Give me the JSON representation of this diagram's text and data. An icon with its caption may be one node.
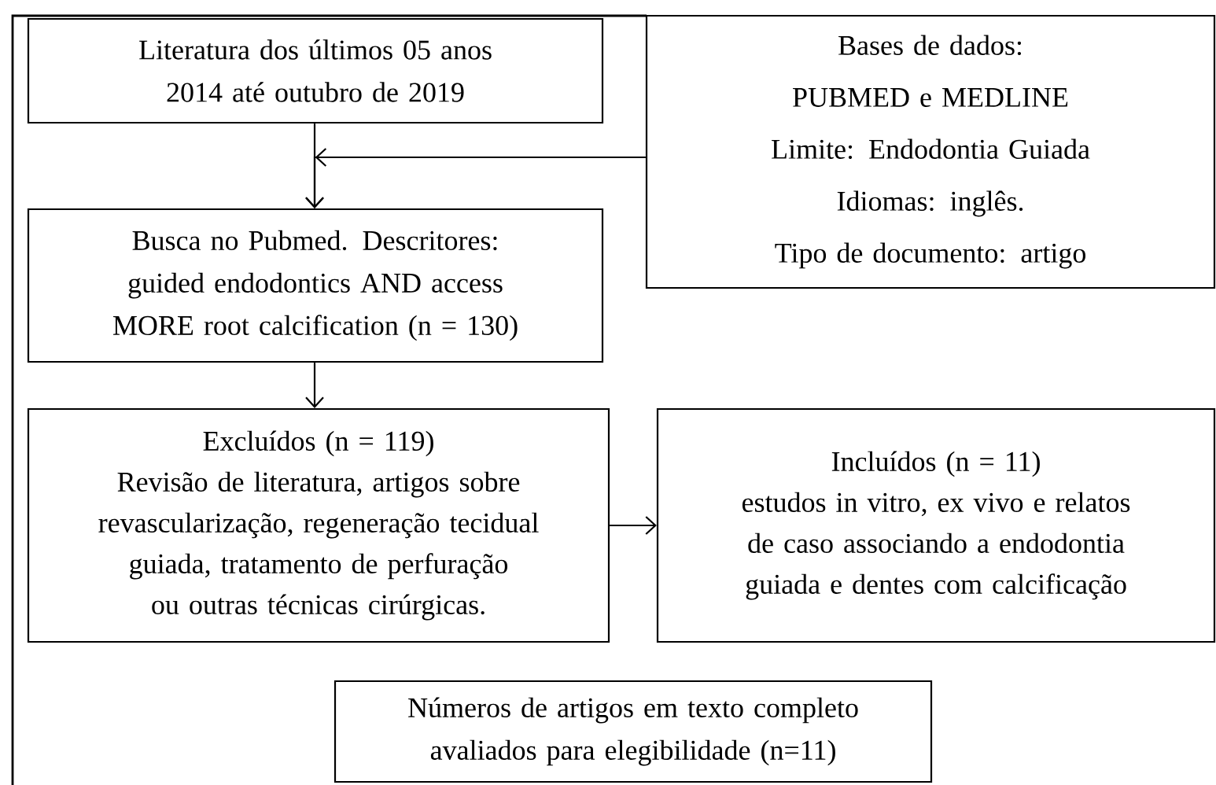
{
  "diagram": {
    "nodes": [
      {
        "text": [
          "Literatura dos últimos 05 anos",
          "2014 até outubro de 2019"
        ]
      },
      {
        "text": [
          "Bases de dados:",
          "PUBMED e MEDLINE",
          "Limite: Endodontia Guiada",
          "Idiomas: inglês.",
          "Tipo de documento: artigo"
        ]
      },
      {
        "text": [
          "Busca no Pubmed. Descritores: guided endodontics AND access MORE root calcification (n = 130)"
        ]
      },
      {
        "text": [
          "Excluídos (n = 119)",
          "Revisão de literatura, artigos sobre revascularização, regeneração tecidual guiada, tratamento de perfuração ou outras técnicas cirúrgicas."
        ]
      },
      {
        "text": [
          "Incluídos (n = 11)",
          "estudos in vitro, ex vivo e relatos de caso associando a endodontia guiada e dentes com calcificação"
        ]
      },
      {
        "text": [
          "Números de artigos em texto completo avaliados para elegibilidade (n=11)"
        ]
      }
    ],
    "edges": [
      {
        "from": 0,
        "to": 2,
        "arrow": "to"
      },
      {
        "from": 1,
        "to": 2,
        "arrow": "to"
      },
      {
        "from": 2,
        "to": 3,
        "arrow": "to"
      },
      {
        "from": 3,
        "to": 4,
        "arrow": "to"
      }
    ]
  }
}
